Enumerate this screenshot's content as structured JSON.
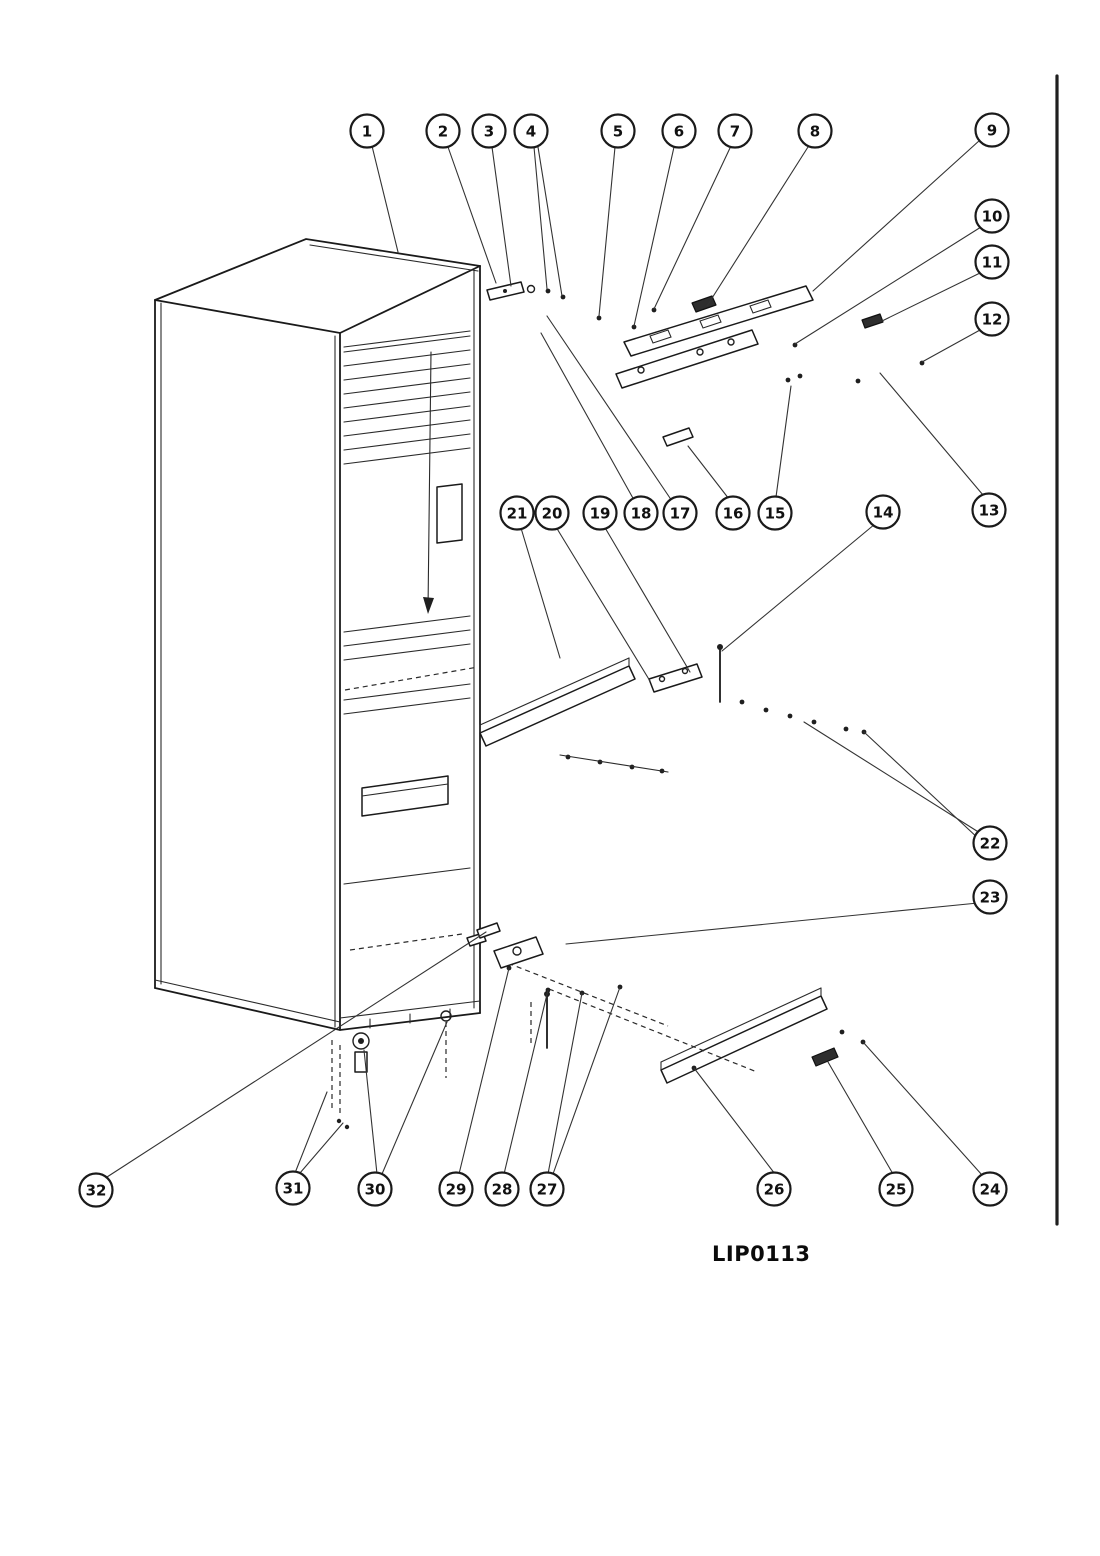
{
  "diagram": {
    "callouts": [
      "1",
      "2",
      "3",
      "4",
      "5",
      "6",
      "7",
      "8",
      "9",
      "10",
      "11",
      "12",
      "13",
      "14",
      "15",
      "16",
      "17",
      "18",
      "19",
      "20",
      "21",
      "22",
      "23",
      "24",
      "25",
      "26",
      "27",
      "28",
      "29",
      "30",
      "31",
      "32"
    ],
    "figure_code": "LIP0113"
  }
}
